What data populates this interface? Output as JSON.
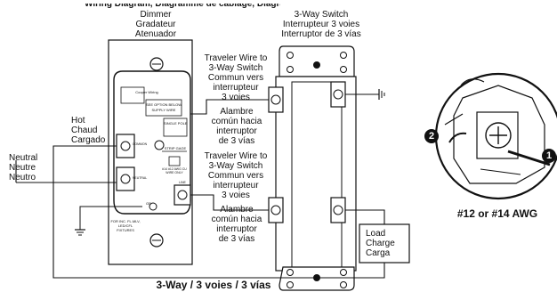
{
  "header": {
    "title": "Wiring Diagram, Diagramme de câblage, Diagrama de conexión"
  },
  "dimmer": {
    "line1": "Dimmer",
    "line2": "Gradateur",
    "line3": "Atenuador"
  },
  "switch": {
    "line1": "3-Way Switch",
    "line2": "Interrupteur 3 voies",
    "line3": "Interruptor de 3 vías"
  },
  "traveler_upper": {
    "l1": "Traveler Wire to",
    "l2": "3-Way Switch",
    "l3": "Commun vers",
    "l4": "interrupteur",
    "l5": "3 voies"
  },
  "comun_upper": {
    "l1": "Alambre",
    "l2": "común hacia",
    "l3": "interruptor",
    "l4": "de 3 vías"
  },
  "traveler_lower": {
    "l1": "Traveler Wire to",
    "l2": "3-Way Switch",
    "l3": "Commun vers",
    "l4": "interrupteur",
    "l5": "3 voies"
  },
  "comun_lower": {
    "l1": "Alambre",
    "l2": "común hacia",
    "l3": "interruptor",
    "l4": "de 3 vías"
  },
  "hot": {
    "l1": "Hot",
    "l2": "Chaud",
    "l3": "Cargado"
  },
  "neutral": {
    "l1": "Neutral",
    "l2": "Neutre",
    "l3": "Neutro"
  },
  "load": {
    "l1": "Load",
    "l2": "Charge",
    "l3": "Carga"
  },
  "footer": {
    "label": "3-Way / 3 voies / 3 vías"
  },
  "wire_gauge": {
    "label": "#12 or #14 AWG"
  },
  "dimmer_device": {
    "brand": "Cooper Wiring",
    "spec1": "SEE OPTION BELOW",
    "spec2": "SUPPLY WIRE",
    "single_pole": "SINGLE POLE",
    "strip_gauge": "STRIP GAGE",
    "awg": "#14 #12 AWG CU WIRE ONLY",
    "fixtures": "FOR INC. FL.MLV, LED/CFL FIXTURES",
    "common": "COMMON",
    "neutral_tab": "NEUTRAL",
    "line": "LINE",
    "gr": "GR"
  },
  "callouts": {
    "one": "1",
    "two": "2"
  }
}
